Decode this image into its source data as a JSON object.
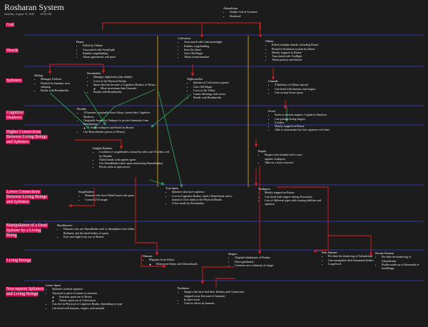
{
  "header": {
    "title": "Rosharan System",
    "date": "Saturday, August 15, 2020",
    "time": "10:58 AM"
  },
  "tiers": [
    "God",
    "Shards",
    "Splinters",
    "Cognitive Shadows",
    "Higher Connections Between Living Beings and Splinters",
    "Lower Connections Between Living Beings and Splinters",
    "Manipulation of a Dead Splinter by a Living Being",
    "Living Beings",
    "Non-sapient Splinters and Living Beings"
  ],
  "boxes": {
    "adonalsium": {
      "head": "Adonalsium",
      "items": [
        "Daddy God of Cosmere",
        "Shattered"
      ]
    },
    "honor": {
      "head": "Honor",
      "items": [
        "Killed by Odium",
        "Associated with Stormlight",
        "Enables surgebinding",
        "About agreements and pacts"
      ]
    },
    "cultivation": {
      "head": "Cultivation",
      "items": [
        "Associated with Cultivationlight",
        "Enables surgebinding",
        "Sees the future",
        "Uses Old Magic",
        "About transformation"
      ]
    },
    "odium": {
      "head": "Odium",
      "items": [
        "Killed multiple shards, including Honor",
        "Bound to Rosharan system by Honor",
        "Mostly trapped on Braize",
        "Associated with Voidlight",
        "About passion and hatred"
      ]
    },
    "sibling": {
      "head": "Sibling",
      "items": [
        "Manages Urithiru",
        "Harmed by humans, now sleeping",
        "Bonds with Bondsmiths"
      ]
    },
    "stormfather": {
      "head": "Stormfather",
      "items": [
        "Manages highstorms (sky daddy)",
        "Lives in the Physical Realm",
        "Spren that has become a Cognitive Shadow of Honor"
      ],
      "sub": [
        "More investiture than Unmade"
      ],
      "tail": [
        "Bonds with Bondsmiths"
      ]
    },
    "nightwatcher": {
      "head": "Nightwatcher",
      "items": [
        "Splinter of Cultivation (spren)",
        "Uses Old Magic",
        "Lives in the Valley",
        "Grants blessings and curses",
        "Bonds with Bondsmiths"
      ]
    },
    "unmade": {
      "head": "Unmade",
      "items": [
        "9 Splinters of Odium (spren)",
        "Can bond with humans and singers",
        "Can corrupt lesser spren"
      ]
    },
    "heralds": {
      "head": "Heralds",
      "items": [
        "10 humans, originally from Ashyn, turned into Cognitive Shadows",
        "Originally bound by Oathpact to protect humanity from Desolations"
      ],
      "sub": [
        "Keep voidspren and Fused on Braize"
      ],
      "tail": [
        "Use Honorblades (pieces of Honor)"
      ]
    },
    "fused": {
      "head": "Fused",
      "items": [
        "Souls of ancient singers; Cognitive Shadows",
        "Can possess living singers",
        "9 orders",
        "Mostly trapped on Braize",
        "Able to reincarnate but lose sapience each time"
      ]
    },
    "knights": {
      "head": "Knights Radiant",
      "items": [
        "Coalition of surgebinders, bound by rules and 10 orders, led by Heralds",
        "Nahel bonds with sapient spren",
        "Use Shardblades (their spren mimicking Honorblades)",
        "Recite oaths to gain power"
      ]
    },
    "regals": {
      "head": "Regals",
      "items": [
        "Singers who bonded with a non-sapient voidspren",
        "Take on a form of power"
      ]
    },
    "surgebinders": {
      "head": "Surgebinders",
      "items": [
        "Humans who form Nahel bond with spren",
        "Control 2/10 surges"
      ]
    },
    "truespren": {
      "head": "True Spren",
      "items": [
        "Splinters that have sapience",
        "Live in Cognitive Realm; need a Nahel bond with a human to live/ think in the Physical Realm",
        "A few made by Stormfather"
      ]
    },
    "voidspren": {
      "head": "Voidspren",
      "items": [
        "Mostly trapped on Braize",
        "Can bond with singers during Everstorm",
        "Lots of different types with varying abilities and sapience"
      ]
    },
    "shardbearers": {
      "head": "Shardbearers",
      "items": [
        "Humans who use Shardblades and/ or Shardplate from fallen Radiants, aka the dead bodies of spren",
        "Eyes turn light from use of Shards"
      ]
    },
    "humans": {
      "head": "Humans",
      "items": [
        "Migrants from Ashyn"
      ],
      "sub": [
        "Destroyed Ashyn with Dawnshards"
      ]
    },
    "singers": {
      "head": "Singers",
      "items": [
        "Original inhabitants of Roshar",
        "Have gemhearts",
        "Listeners are a ethnicity of singer"
      ]
    },
    "siahaimians": {
      "head": "Siah Aimians",
      "items": [
        "Pre-date the shattering of Adonalsium",
        "Can manipulate their humanoid bodies",
        "Long-lived"
      ]
    },
    "dysianaimians": {
      "head": "Dysian Aimians",
      "items": [
        "Pre-date the shattering of Adonalsium",
        "Bodies made up of thousands of hordelings"
      ]
    },
    "lesserspren": {
      "head": "Lesser Spren",
      "items": [
        "Splinters without sapience",
        "Attracted to parts of nature or emotion"
      ],
      "sub": [
        "Emotion spren are of Honor",
        "Nature spren are of Cultivation"
      ],
      "tail": [
        "Can live in Physical or Cognitive Realm, depending on type",
        "Can bond with humans, singers, and animals"
      ]
    },
    "parshmen": {
      "head": "Parshmen",
      "items": [
        "Singers that have had their Identity and Connection stripped away (because of humans)",
        "In slave form",
        "Used as slaves by humans"
      ]
    }
  },
  "colors": {
    "background": "#1c1c1c",
    "tier_highlight": "#d4145a",
    "divider": "#3b3bd6",
    "arrow_red": "#e02020",
    "arrow_green": "#2e9e5a",
    "line_yellow": "#d6a21a"
  }
}
